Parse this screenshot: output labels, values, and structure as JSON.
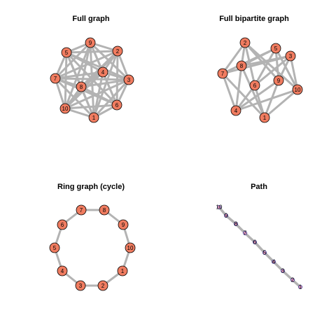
{
  "colors": {
    "edge": "#b3b3b3",
    "node_fill": "#f07c60",
    "node_stroke": "#000000",
    "path_node_fill": "#e8a0c8",
    "path_node_stroke": "#3a3a8c",
    "background": "#ffffff"
  },
  "panels": [
    {
      "id": "full-graph",
      "title": "Full graph",
      "nodes": [
        "1",
        "2",
        "3",
        "4",
        "5",
        "6",
        "7",
        "8",
        "9",
        "10"
      ],
      "edges": "complete"
    },
    {
      "id": "full-bipartite-graph",
      "title": "Full bipartite graph",
      "nodes": [
        "1",
        "2",
        "3",
        "4",
        "5",
        "6",
        "7",
        "8",
        "9",
        "10"
      ],
      "edges": "complete_bipartite",
      "partition_a": [
        "1",
        "2",
        "3",
        "4",
        "5"
      ],
      "partition_b": [
        "6",
        "7",
        "8",
        "9",
        "10"
      ]
    },
    {
      "id": "ring-graph",
      "title": "Ring graph (cycle)",
      "nodes": [
        "1",
        "2",
        "3",
        "4",
        "5",
        "6",
        "7",
        "8",
        "9",
        "10"
      ],
      "edges": "ring"
    },
    {
      "id": "path-graph",
      "title": "Path",
      "nodes": [
        "10",
        "9",
        "8",
        "7",
        "6",
        "5",
        "4",
        "3",
        "2",
        "1"
      ],
      "edges": "path"
    }
  ]
}
